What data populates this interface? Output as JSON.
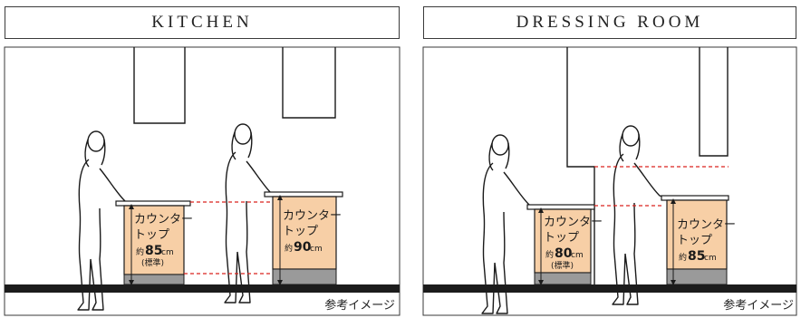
{
  "panels": {
    "kitchen": {
      "title": "KITCHEN",
      "caption": "参考イメージ",
      "counter1": {
        "line1": "カウンター",
        "line2": "トップ",
        "prefix": "約",
        "value": "85",
        "unit": "cm",
        "note": "(標準)"
      },
      "counter2": {
        "line1": "カウンター",
        "line2": "トップ",
        "prefix": "約",
        "value": "90",
        "unit": "cm"
      }
    },
    "dressing": {
      "title": "DRESSING ROOM",
      "caption": "参考イメージ",
      "counter1": {
        "line1": "カウンター",
        "line2": "トップ",
        "prefix": "約",
        "value": "80",
        "unit": "cm",
        "note": "(標準)"
      },
      "counter2": {
        "line1": "カウンター",
        "line2": "トップ",
        "prefix": "約",
        "value": "85",
        "unit": "cm"
      }
    }
  },
  "colors": {
    "cabinet": "#f7cfa6",
    "floor": "#1c1c1c",
    "guide": "#d9231f",
    "base": "#9a9a9a"
  }
}
